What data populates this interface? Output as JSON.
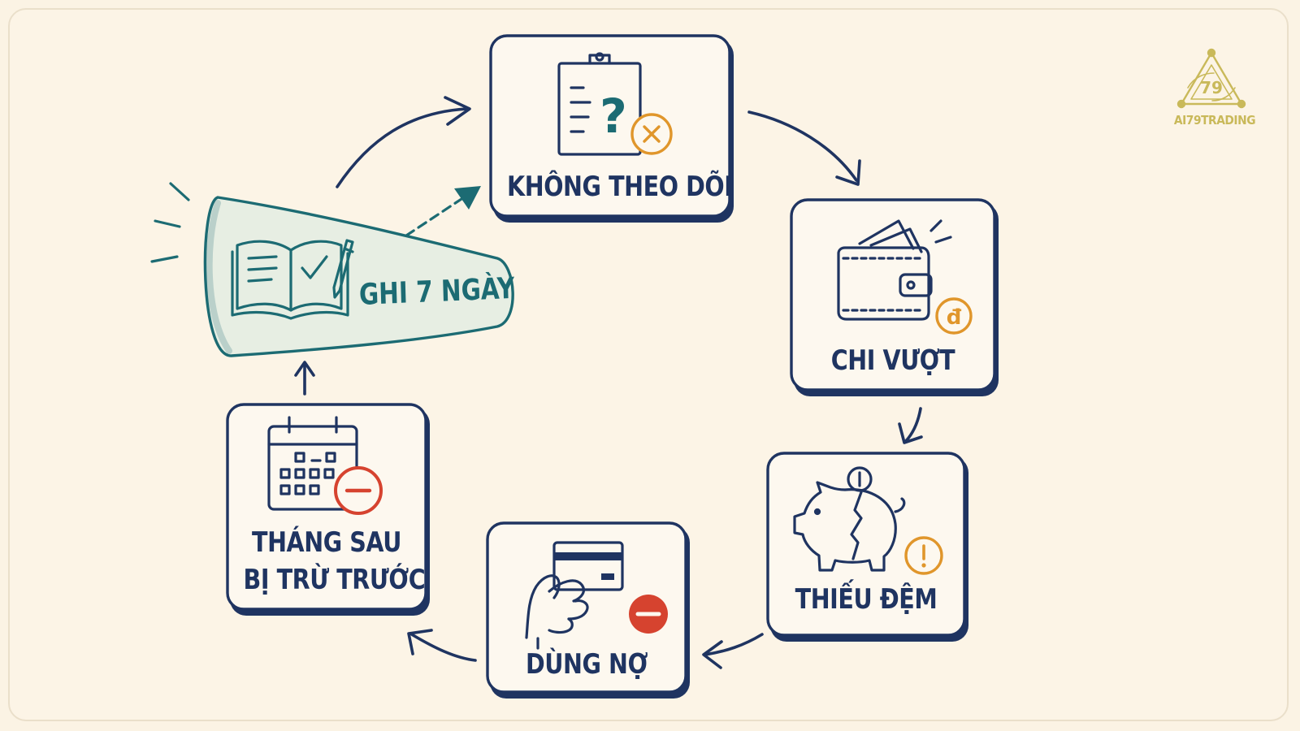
{
  "brand": {
    "name": "AI79TRADING",
    "logo_number": "79",
    "color": "#c9b95a"
  },
  "start": {
    "label": "GHI 7 NGÀY",
    "icon": "open-journal-checkmark-pen-icon"
  },
  "steps": [
    {
      "id": "khong-theo-doi",
      "label": "KHÔNG THEO DÕI",
      "icon": "clipboard-question-icon",
      "badge": "x-badge-icon"
    },
    {
      "id": "chi-vuot",
      "label": "CHI VƯỢT",
      "icon": "wallet-icon",
      "badge": "dong-coin-icon"
    },
    {
      "id": "thieu-dem",
      "label": "THIẾU ĐỆM",
      "icon": "cracked-piggy-bank-icon",
      "badge": "exclamation-badge-icon"
    },
    {
      "id": "dung-no",
      "label": "DÙNG NỢ",
      "icon": "credit-card-hand-icon",
      "badge": "minus-badge-icon"
    },
    {
      "id": "thang-sau",
      "label_line1": "THÁNG SAU",
      "label_line2": "BỊ TRỪ TRƯỚC",
      "icon": "calendar-icon",
      "badge": "minus-badge-icon"
    }
  ],
  "colors": {
    "navy": "#1f3461",
    "teal": "#1c6b73",
    "orange": "#e0962b",
    "red": "#d6432f",
    "background": "#fcf4e6"
  }
}
